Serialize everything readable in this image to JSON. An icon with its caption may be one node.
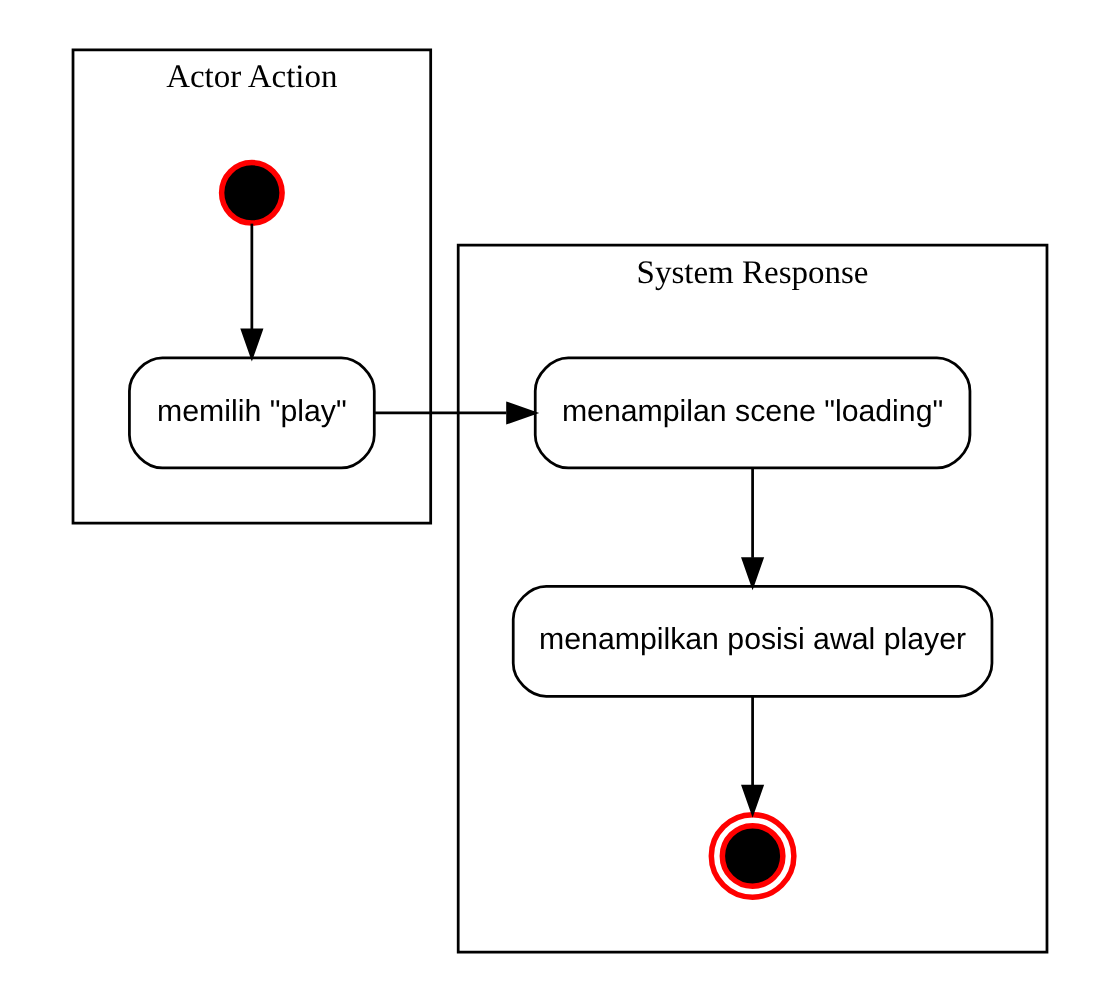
{
  "diagram": {
    "nodes": [
      {
        "text": [
          "Actor Action"
        ]
      },
      {
        "text": [
          "System Response"
        ]
      },
      {
        "text": [],
        "shape": "circle",
        "in": 0
      },
      {
        "text": [
          "memilih \"play\""
        ],
        "in": 0
      },
      {
        "text": [
          "menampilan scene \"loading\""
        ],
        "in": 1
      },
      {
        "text": [
          "menampilkan posisi awal player"
        ],
        "in": 1
      },
      {
        "text": [],
        "shape": "circle",
        "in": 1
      }
    ],
    "edges": [
      {
        "from": 2,
        "to": 3,
        "arrow": "to"
      },
      {
        "from": 3,
        "to": 4,
        "arrow": "to"
      },
      {
        "from": 4,
        "to": 5,
        "arrow": "to"
      },
      {
        "from": 5,
        "to": 6,
        "arrow": "to"
      }
    ]
  }
}
